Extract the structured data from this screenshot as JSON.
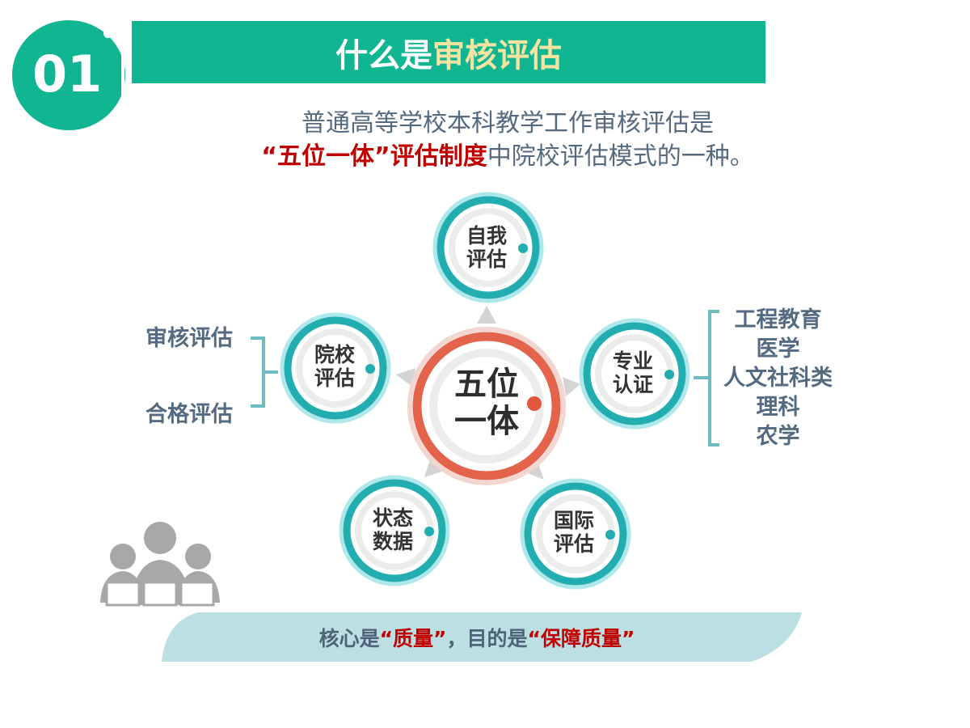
{
  "header": {
    "number": "01",
    "title_plain": "什么是",
    "title_highlight": "审核评估"
  },
  "intro": {
    "line1": "普通高等学校本科教学工作审核评估是",
    "line2_red1": "“五位一体”",
    "line2_red2": "评估制度",
    "line2_rest": "中院校评估模式的一种。"
  },
  "diagram": {
    "center": {
      "line1": "五位",
      "line2": "一体"
    },
    "nodes": [
      {
        "line1": "自我",
        "line2": "评估"
      },
      {
        "line1": "院校",
        "line2": "评估"
      },
      {
        "line1": "专业",
        "line2": "认证"
      },
      {
        "line1": "状态",
        "line2": "数据"
      },
      {
        "line1": "国际",
        "line2": "评估"
      }
    ],
    "left_branches": [
      "审核评估",
      "合格评估"
    ],
    "right_branches": [
      "工程教育",
      "医学",
      "人文社科类",
      "理科",
      "农学"
    ]
  },
  "footer": {
    "part1": "核心是",
    "q1": "“质量”",
    "part2": "，目的是",
    "q2": "“保障质量”"
  },
  "colors": {
    "teal": "#10b592",
    "ring": "#22adb0",
    "red": "#c00000",
    "orange": "#e2573c"
  }
}
